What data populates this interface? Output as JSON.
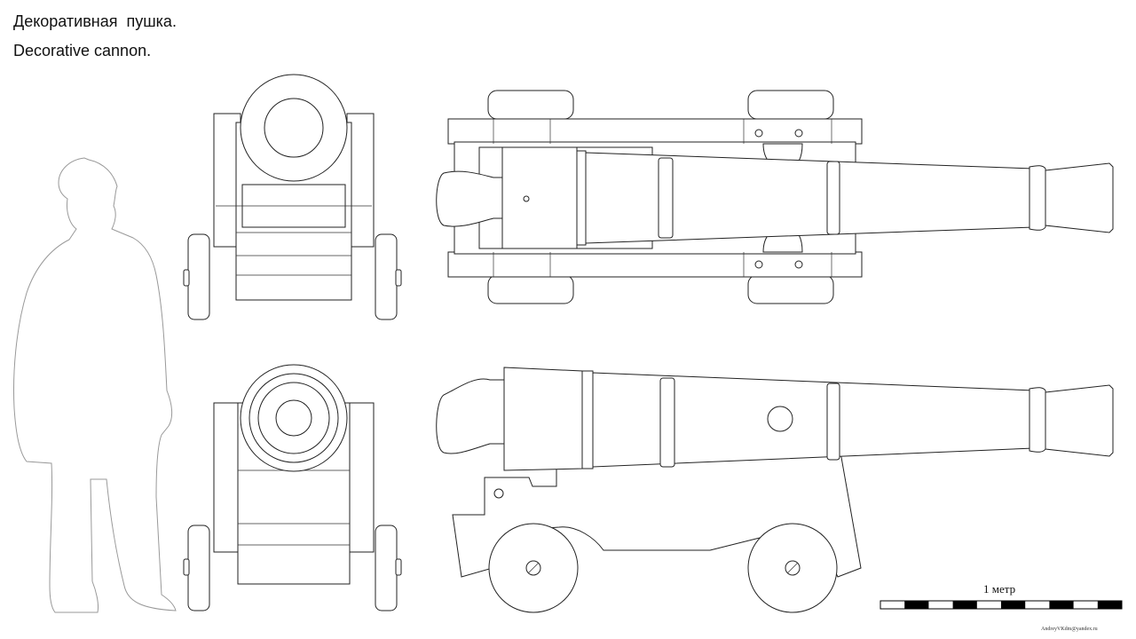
{
  "header": {
    "title_ru": "Декоративная  пушка.",
    "title_en": "Decorative cannon."
  },
  "scale_bar": {
    "label": "1 метр",
    "segments": 10
  },
  "credit": "AndreyVKdm@yandex.ru",
  "colors": {
    "line": "#222222",
    "human_outline": "#999999",
    "scale_dark": "#000000"
  }
}
